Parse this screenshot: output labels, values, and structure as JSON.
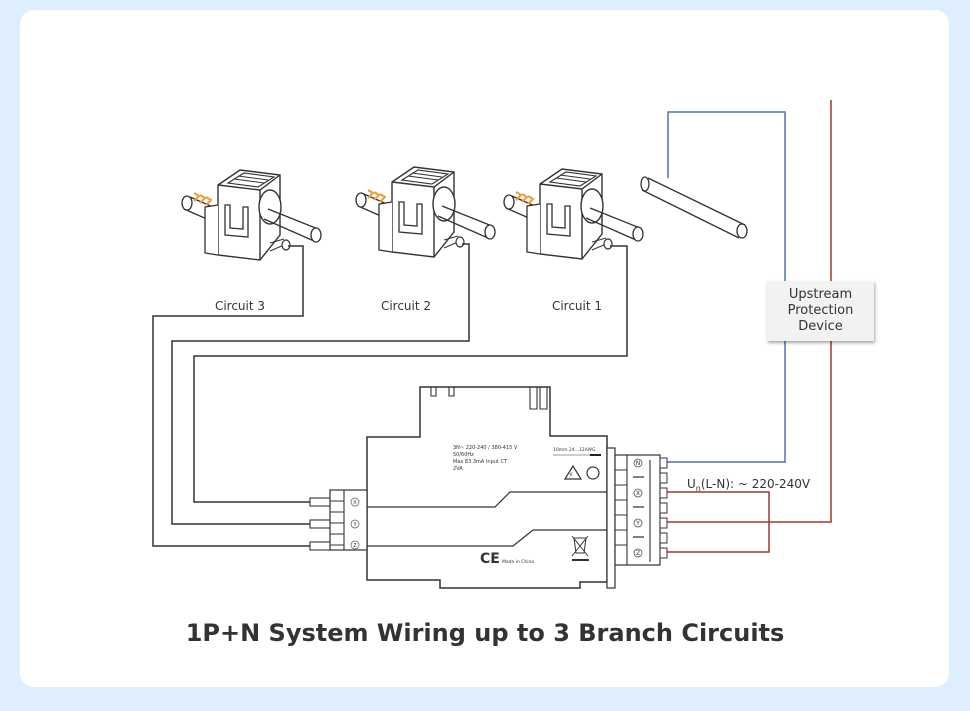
{
  "title": "1P+N System Wiring up to 3 Branch Circuits",
  "circuits": [
    {
      "label": "Circuit 3"
    },
    {
      "label": "Circuit 2"
    },
    {
      "label": "Circuit 1"
    }
  ],
  "upstream_device": {
    "line1": "Upstream",
    "line2": "Protection",
    "line3": "Device"
  },
  "voltage_label": {
    "prefix": "U",
    "subscript": "n",
    "text": "(L-N): ~ 220-240V"
  },
  "meter_label": {
    "line1": "3N~ 220-240 / 380-415 V",
    "line2": "50/60Hz",
    "line3": "Max 83.3mA Input CT",
    "line4": "2VA",
    "wire_spec": "10mm   24...12AWG",
    "made_in": "Made in China",
    "ce_mark": "CE"
  },
  "terminals_right": [
    "N",
    "X",
    "Y",
    "Z"
  ],
  "terminals_left": [
    "X",
    "Y",
    "Z"
  ],
  "colors": {
    "neutral_wire": "#4a72b8",
    "line_wire": "#a0392c",
    "arrow_accent": "#f29a2e",
    "line_art": "#333333",
    "background": "#dfeefc",
    "card": "#ffffff"
  }
}
